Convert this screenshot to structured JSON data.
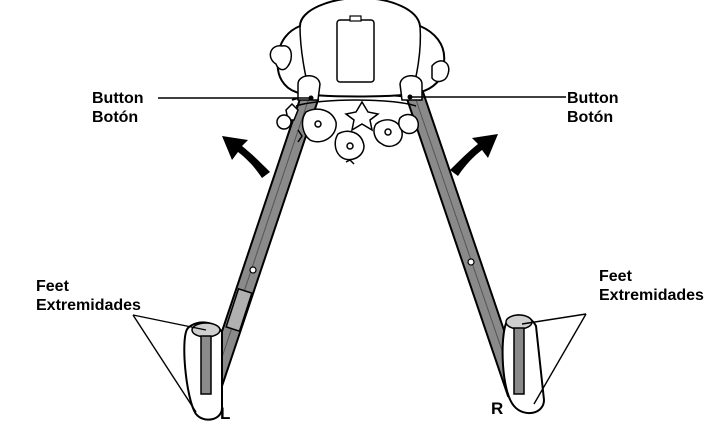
{
  "labels": {
    "button_left": {
      "line1": "Button",
      "line2": "Botón"
    },
    "button_right": {
      "line1": "Button",
      "line2": "Botón"
    },
    "feet_left": {
      "line1": "Feet",
      "line2": "Extremidades"
    },
    "feet_right": {
      "line1": "Feet",
      "line2": "Extremidades"
    },
    "side_left": "L",
    "side_right": "R"
  },
  "colors": {
    "ink": "#000000",
    "leg_fill": "#8a8a8a",
    "seat_fill": "#ffffff"
  },
  "icons": [
    "swing-seat",
    "toy-mobile",
    "curved-arrow-left",
    "curved-arrow-right",
    "leg-left",
    "leg-right",
    "foot-left",
    "foot-right"
  ]
}
